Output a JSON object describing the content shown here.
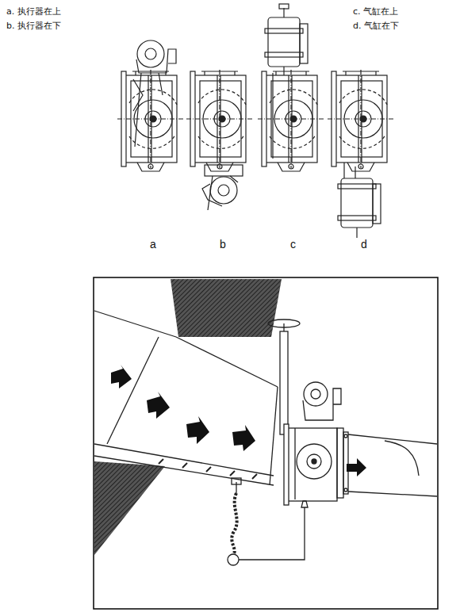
{
  "diagram": {
    "labels": [
      "a. 执行器在上",
      "b. 执行器在下",
      "c. 气缸在上",
      "d. 气缸在下",
      "a",
      "b",
      "c",
      "d"
    ]
  }
}
